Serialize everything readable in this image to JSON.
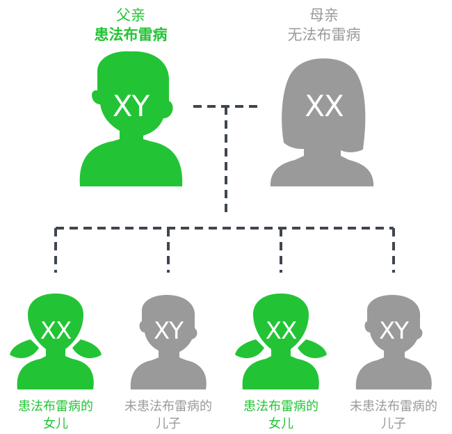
{
  "colors": {
    "affected": "#22c435",
    "unaffected": "#9a9a9a",
    "connector": "#3f4650"
  },
  "parents": {
    "father": {
      "role": "父亲",
      "status": "患法布雷病",
      "chromosomes": "XY",
      "affected": true
    },
    "mother": {
      "role": "母亲",
      "status": "无法布雷病",
      "chromosomes": "XX",
      "affected": false
    }
  },
  "children": [
    {
      "line1": "患法布雷病的",
      "line2": "女儿",
      "chromosomes": "XX",
      "affected": true,
      "sex": "female"
    },
    {
      "line1": "未患法布雷病的",
      "line2": "儿子",
      "chromosomes": "XY",
      "affected": false,
      "sex": "male"
    },
    {
      "line1": "患法布雷病的",
      "line2": "女儿",
      "chromosomes": "XX",
      "affected": true,
      "sex": "female"
    },
    {
      "line1": "未患法布雷病的",
      "line2": "儿子",
      "chromosomes": "XY",
      "affected": false,
      "sex": "male"
    }
  ]
}
